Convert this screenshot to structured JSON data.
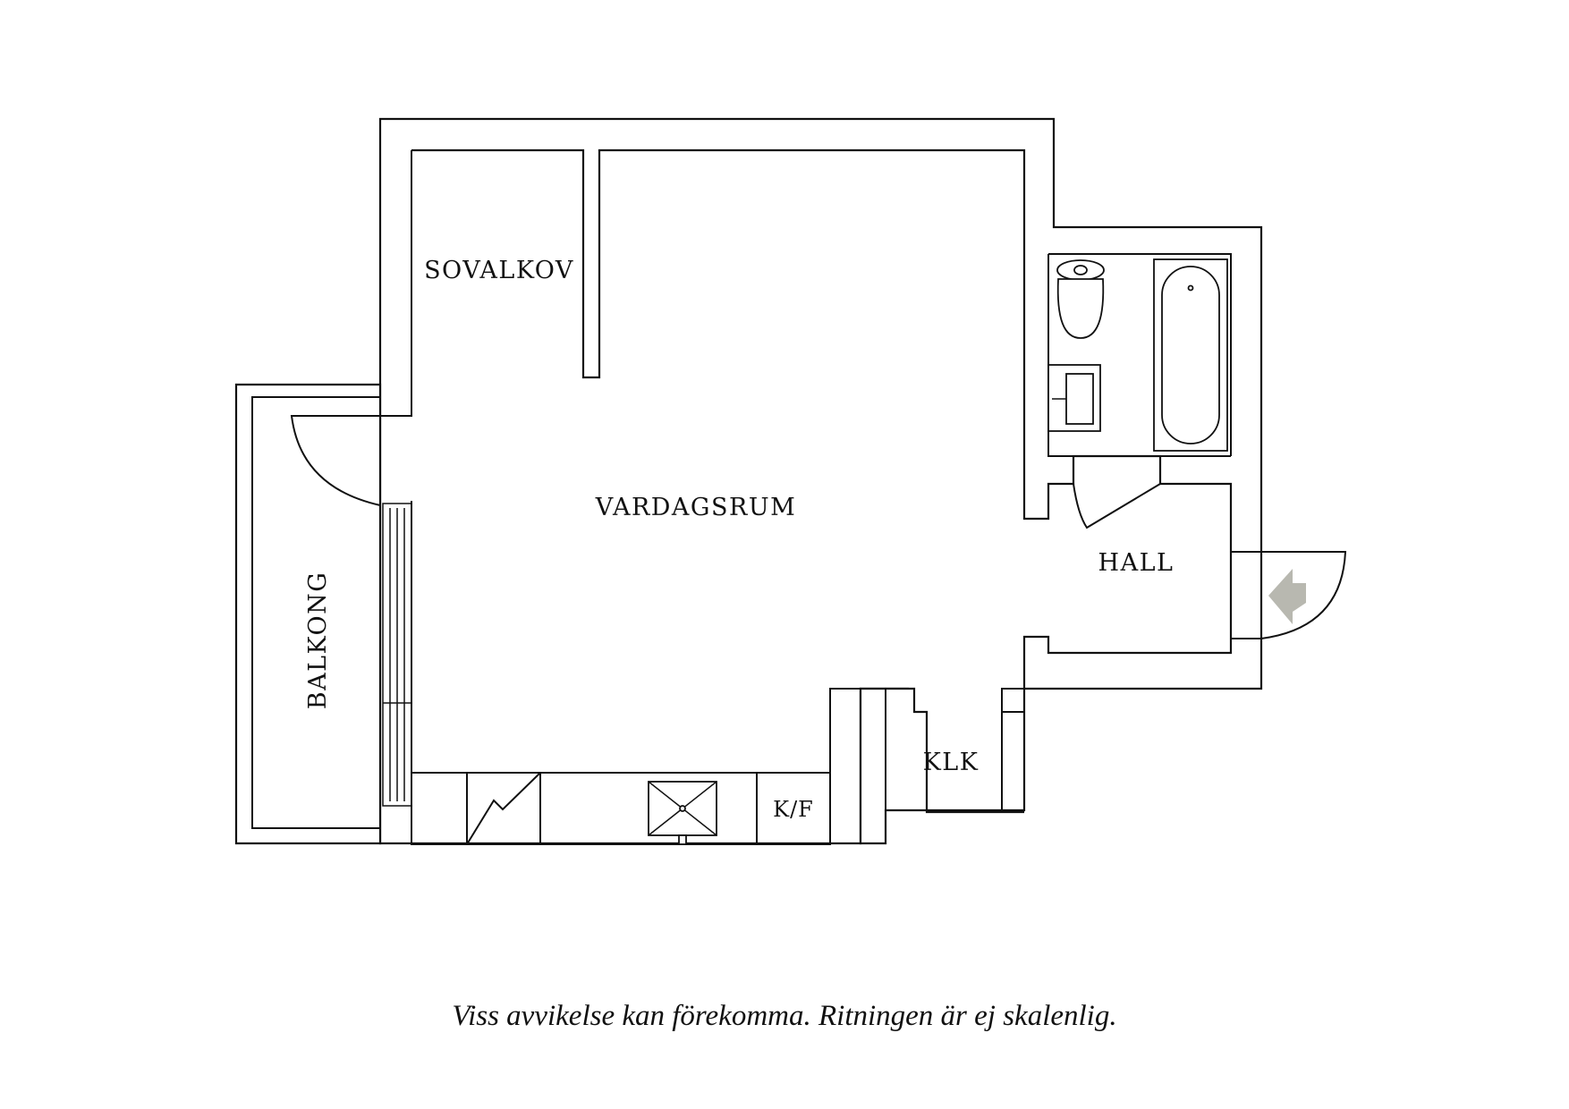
{
  "rooms": {
    "sovalkov": "SOVALKOV",
    "vardagsrum": "VARDAGSRUM",
    "hall": "HALL",
    "balkong": "BALKONG",
    "klk": "KLK",
    "kf": "K/F"
  },
  "disclaimer": "Viss avvikelse kan förekomma. Ritningen är ej skalenlig.",
  "colors": {
    "wall": "#111111",
    "entrance_arrow": "#b8b8b0",
    "background": "#ffffff"
  },
  "icons": {
    "entrance": "entrance-arrow-icon"
  }
}
